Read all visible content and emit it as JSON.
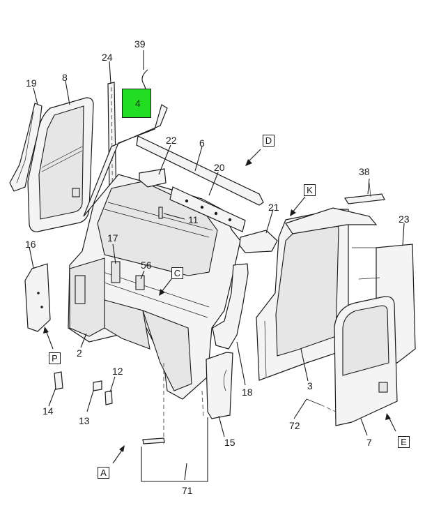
{
  "callouts": [
    "39",
    "24",
    "19",
    "8",
    "4",
    "22",
    "6",
    "20",
    "38",
    "21",
    "11",
    "23",
    "16",
    "17",
    "56",
    "2",
    "12",
    "14",
    "13",
    "18",
    "3",
    "72",
    "7",
    "15",
    "71"
  ],
  "highlighted_callout": "4",
  "view_labels": [
    "D",
    "K",
    "C",
    "P",
    "E",
    "A"
  ],
  "colors": {
    "highlight": "#22dd22",
    "line": "#1a1a1a",
    "background": "#ffffff"
  }
}
